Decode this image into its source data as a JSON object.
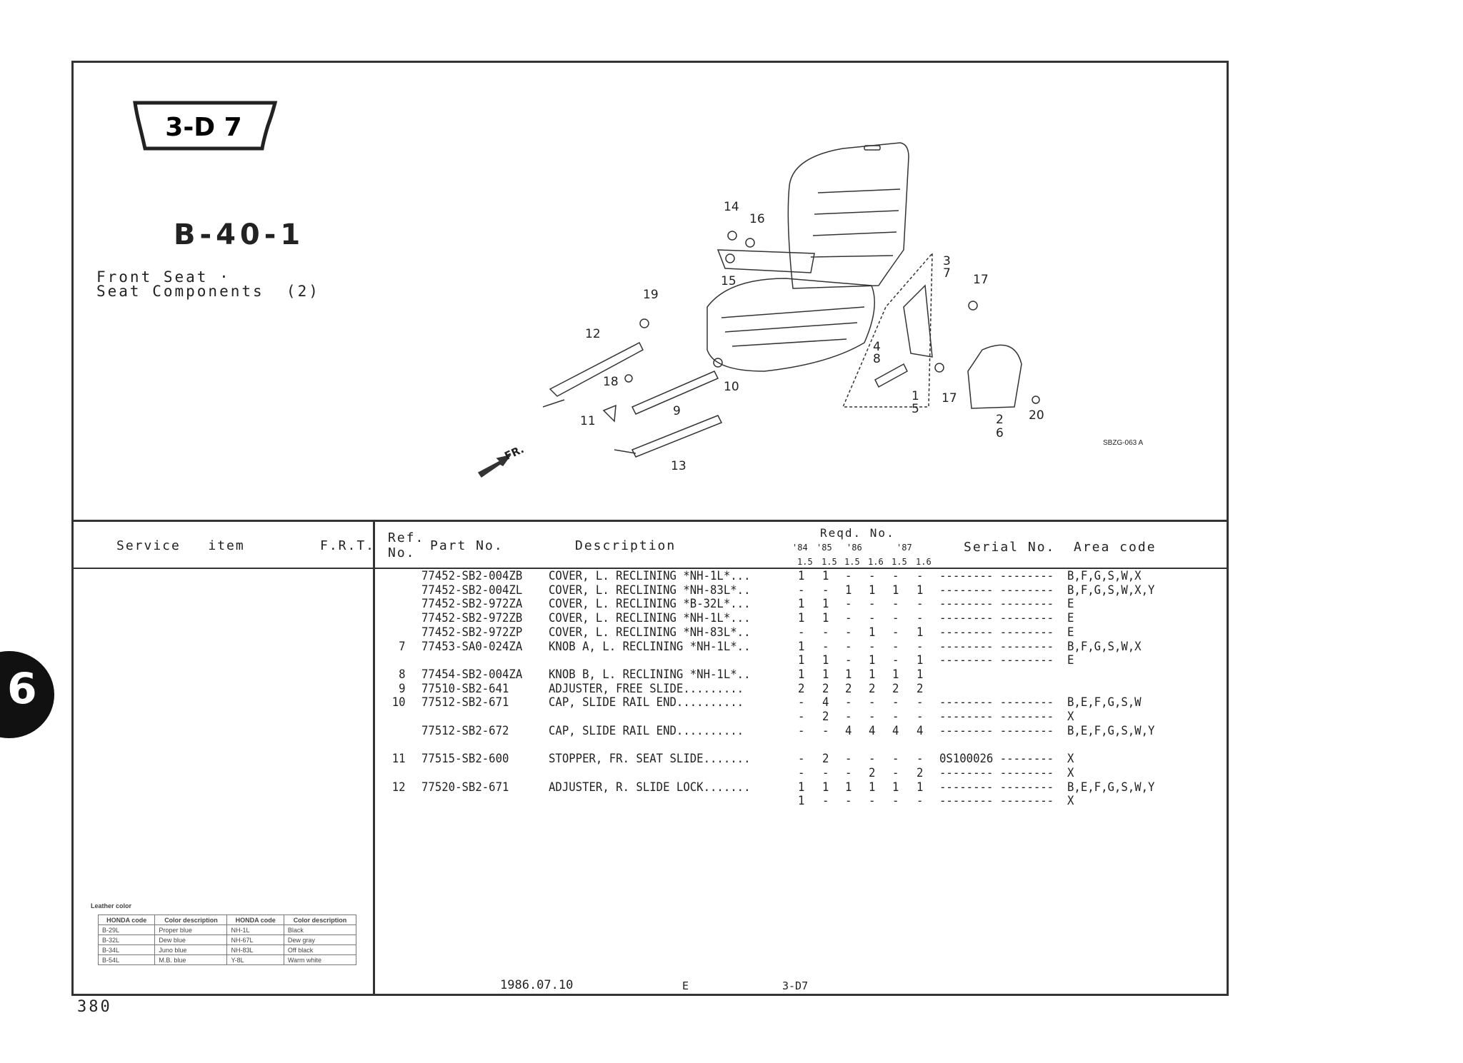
{
  "badge": "3-D 7",
  "group_code": "B-40-1",
  "group_title_line1": "Front Seat ·",
  "group_title_line2": "Seat Components  (2)",
  "diagram": {
    "callouts": [
      "14",
      "16",
      "15",
      "3",
      "7",
      "17",
      "19",
      "12",
      "4",
      "8",
      "18",
      "10",
      "9",
      "1",
      "5",
      "17",
      "11",
      "2",
      "6",
      "20",
      "13"
    ],
    "front_label": "FR.",
    "figure_code": "SBZG-063 A"
  },
  "header": {
    "service_item": "Service   item",
    "frt": "F.R.T.",
    "ref_line1": "Ref.",
    "ref_line2": "No.",
    "part_no": "Part No.",
    "description": "Description",
    "reqd_no": "Reqd. No.",
    "years": [
      "'84",
      "'85",
      "'86",
      "'87"
    ],
    "engines": [
      "1.5",
      "1.5",
      "1.5",
      "1.6",
      "1.5",
      "1.6"
    ],
    "serial_no": "Serial No.",
    "area_code": "Area code"
  },
  "rows": [
    {
      "ref": "",
      "part": "77452-SB2-004ZB",
      "desc": "COVER, L. RECLINING *NH-1L*...",
      "qty": [
        "1",
        "1",
        "-",
        "-",
        "-",
        "-"
      ],
      "serial": "-------- --------",
      "area": "B,F,G,S,W,X"
    },
    {
      "ref": "",
      "part": "77452-SB2-004ZL",
      "desc": "COVER, L. RECLINING *NH-83L*..",
      "qty": [
        "-",
        "-",
        "1",
        "1",
        "1",
        "1"
      ],
      "serial": "-------- --------",
      "area": "B,F,G,S,W,X,Y"
    },
    {
      "ref": "",
      "part": "77452-SB2-972ZA",
      "desc": "COVER, L. RECLINING *B-32L*...",
      "qty": [
        "1",
        "1",
        "-",
        "-",
        "-",
        "-"
      ],
      "serial": "-------- --------",
      "area": "E"
    },
    {
      "ref": "",
      "part": "77452-SB2-972ZB",
      "desc": "COVER, L. RECLINING *NH-1L*...",
      "qty": [
        "1",
        "1",
        "-",
        "-",
        "-",
        "-"
      ],
      "serial": "-------- --------",
      "area": "E"
    },
    {
      "ref": "",
      "part": "77452-SB2-972ZP",
      "desc": "COVER, L. RECLINING *NH-83L*..",
      "qty": [
        "-",
        "-",
        "-",
        "1",
        "-",
        "1"
      ],
      "serial": "-------- --------",
      "area": "E"
    },
    {
      "ref": "7",
      "part": "77453-SA0-024ZA",
      "desc": "KNOB A, L. RECLINING *NH-1L*..",
      "qty": [
        "1",
        "-",
        "-",
        "-",
        "-",
        "-"
      ],
      "serial": "-------- --------",
      "area": "B,F,G,S,W,X"
    },
    {
      "ref": "",
      "part": "",
      "desc": "",
      "qty": [
        "1",
        "1",
        "-",
        "1",
        "-",
        "1"
      ],
      "serial": "-------- --------",
      "area": "E"
    },
    {
      "ref": "8",
      "part": "77454-SB2-004ZA",
      "desc": "KNOB B, L. RECLINING *NH-1L*..",
      "qty": [
        "1",
        "1",
        "1",
        "1",
        "1",
        "1"
      ],
      "serial": "",
      "area": ""
    },
    {
      "ref": "9",
      "part": "77510-SB2-641",
      "desc": "ADJUSTER, FREE SLIDE.........",
      "qty": [
        "2",
        "2",
        "2",
        "2",
        "2",
        "2"
      ],
      "serial": "",
      "area": ""
    },
    {
      "ref": "10",
      "part": "77512-SB2-671",
      "desc": "CAP, SLIDE RAIL END..........",
      "qty": [
        "-",
        "4",
        "-",
        "-",
        "-",
        "-"
      ],
      "serial": "-------- --------",
      "area": "B,E,F,G,S,W"
    },
    {
      "ref": "",
      "part": "",
      "desc": "",
      "qty": [
        "-",
        "2",
        "-",
        "-",
        "-",
        "-"
      ],
      "serial": "-------- --------",
      "area": "X"
    },
    {
      "ref": "",
      "part": "77512-SB2-672",
      "desc": "CAP, SLIDE RAIL END..........",
      "qty": [
        "-",
        "-",
        "4",
        "4",
        "4",
        "4"
      ],
      "serial": "-------- --------",
      "area": "B,E,F,G,S,W,Y"
    },
    {
      "ref": "",
      "part": "",
      "desc": "",
      "qty": [
        "",
        "",
        "",
        "",
        "",
        ""
      ],
      "serial": "",
      "area": ""
    },
    {
      "ref": "11",
      "part": "77515-SB2-600",
      "desc": "STOPPER, FR. SEAT SLIDE.......",
      "qty": [
        "-",
        "2",
        "-",
        "-",
        "-",
        "-"
      ],
      "serial": "0S100026 --------",
      "area": "X"
    },
    {
      "ref": "",
      "part": "",
      "desc": "",
      "qty": [
        "-",
        "-",
        "-",
        "2",
        "-",
        "2"
      ],
      "serial": "-------- --------",
      "area": "X"
    },
    {
      "ref": "12",
      "part": "77520-SB2-671",
      "desc": "ADJUSTER, R. SLIDE LOCK.......",
      "qty": [
        "1",
        "1",
        "1",
        "1",
        "1",
        "1"
      ],
      "serial": "-------- --------",
      "area": "B,E,F,G,S,W,Y"
    },
    {
      "ref": "",
      "part": "",
      "desc": "",
      "qty": [
        "1",
        "-",
        "-",
        "-",
        "-",
        "-"
      ],
      "serial": "-------- --------",
      "area": "X"
    }
  ],
  "leather": {
    "title": "Leather color",
    "headers": [
      "HONDA code",
      "Color description",
      "HONDA code",
      "Color description"
    ],
    "rows": [
      [
        "B-29L",
        "Proper blue",
        "NH-1L",
        "Black"
      ],
      [
        "B-32L",
        "Dew blue",
        "NH-67L",
        "Dew gray"
      ],
      [
        "B-34L",
        "Juno blue",
        "NH-83L",
        "Off black"
      ],
      [
        "B-54L",
        "M.B. blue",
        "Y-8L",
        "Warm white"
      ]
    ]
  },
  "footer": {
    "date": "1986.07.10",
    "area": "E",
    "code": "3-D7"
  },
  "page_number": "380",
  "section_tab": "6"
}
